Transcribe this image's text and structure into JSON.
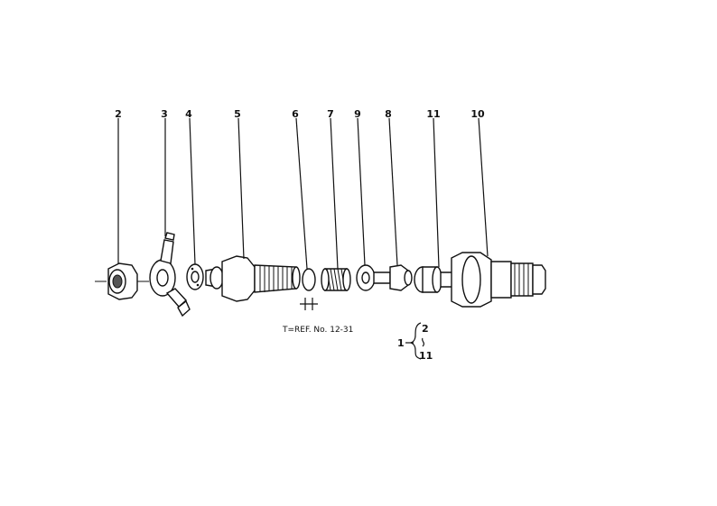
{
  "callouts": [
    {
      "id": "2",
      "label": "2"
    },
    {
      "id": "3",
      "label": "3"
    },
    {
      "id": "4",
      "label": "4"
    },
    {
      "id": "5",
      "label": "5"
    },
    {
      "id": "6",
      "label": "6"
    },
    {
      "id": "7",
      "label": "7"
    },
    {
      "id": "9",
      "label": "9"
    },
    {
      "id": "8",
      "label": "8"
    },
    {
      "id": "11",
      "label": "11"
    },
    {
      "id": "10",
      "label": "10"
    }
  ],
  "note": "T=REF. No. 12-31",
  "assembly": {
    "parent": "1",
    "range_start": "2",
    "range_end": "11"
  }
}
